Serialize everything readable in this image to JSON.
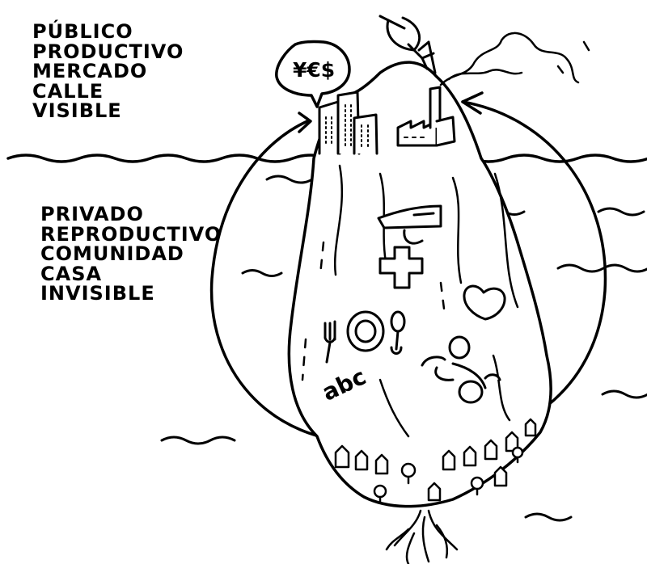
{
  "above_water": {
    "lines": [
      "PÚBLICO",
      "PRODUCTIVO",
      "MERCADO",
      "CALLE",
      "VISIBLE"
    ]
  },
  "below_water": {
    "lines": [
      "PRIVADO",
      "REPRODUCTIVO",
      "COMUNIDAD",
      "CASA",
      "INVISIBLE"
    ]
  },
  "speech_bubble": {
    "text": "¥€$"
  },
  "education_label": {
    "text": "abc"
  },
  "icons": [
    "satellite-dish-icon",
    "office-buildings-icon",
    "factory-icon",
    "smoke-icon",
    "iron-icon",
    "medical-cross-icon",
    "heart-icon",
    "fork-icon",
    "plate-icon",
    "spoon-icon",
    "crawling-baby-icon",
    "houses-icon",
    "trees-icon",
    "roots-icon"
  ]
}
